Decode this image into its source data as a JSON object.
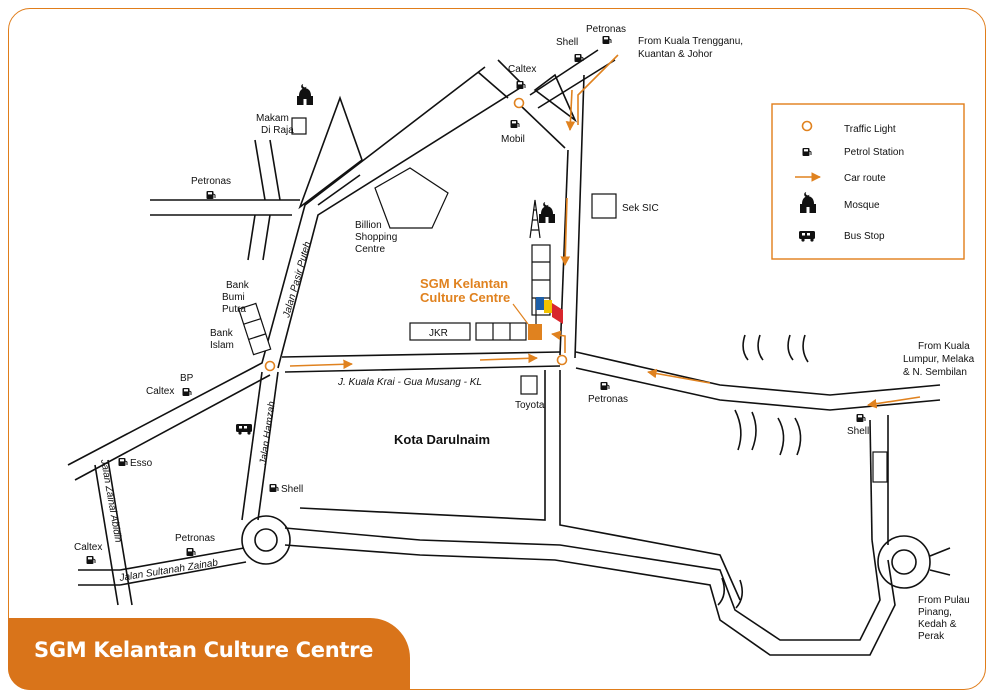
{
  "title": "SGM Kelantan Culture Centre",
  "colors": {
    "accent": "#d9741a",
    "route": "#e0821f",
    "flag_blue": "#1d5fa8",
    "flag_yellow": "#f2c200",
    "flag_red": "#d8262c"
  },
  "legend": {
    "items": [
      {
        "icon": "traffic-light-icon",
        "label": "Traffic Light"
      },
      {
        "icon": "petrol-station-icon",
        "label": "Petrol Station"
      },
      {
        "icon": "car-route-arrow-icon",
        "label": "Car route"
      },
      {
        "icon": "mosque-icon",
        "label": "Mosque"
      },
      {
        "icon": "bus-stop-icon",
        "label": "Bus Stop"
      }
    ]
  },
  "labels": {
    "destination": [
      "SGM Kelantan",
      "Culture Centre"
    ],
    "from_north": [
      "From Kuala Trengganu,",
      "Kuantan & Johor"
    ],
    "from_east": [
      "From Kuala",
      "Lumpur, Melaka",
      "& N. Sembilan"
    ],
    "from_south": [
      "From Pulau",
      "Pinang,",
      "Kedah &",
      "Perak"
    ],
    "makam": [
      "Makam",
      "Di Raja"
    ],
    "billion": [
      "Billion",
      "Shopping",
      "Centre"
    ],
    "bank_bumi": [
      "Bank",
      "Bumi",
      "Putra"
    ],
    "bank_islam": [
      "Bank",
      "Islam"
    ],
    "sek_sic": "Sek SIC",
    "jkr": "JKR",
    "toyota": "Toyota",
    "area": "Kota Darulnaim",
    "road_main": "J. Kuala Krai - Gua Musang - KL",
    "road_pasir_puteh": "Jalan Pasir Puteh",
    "road_hamzah": "Jalan Hamzah",
    "road_zainal_abidin": "Jalan Zainal Abidin",
    "road_sultanah_zainab": "Jalan Sultanah Zainab",
    "stations": {
      "shell_top": "Shell",
      "petronas_top": "Petronas",
      "caltex_top": "Caltex",
      "mobil": "Mobil",
      "petronas_nw": "Petronas",
      "bp": "BP",
      "caltex_w": "Caltex",
      "esso": "Esso",
      "shell_sw": "Shell",
      "petronas_sw": "Petronas",
      "caltex_sw": "Caltex",
      "petronas_e": "Petronas",
      "shell_e": "Shell"
    }
  }
}
